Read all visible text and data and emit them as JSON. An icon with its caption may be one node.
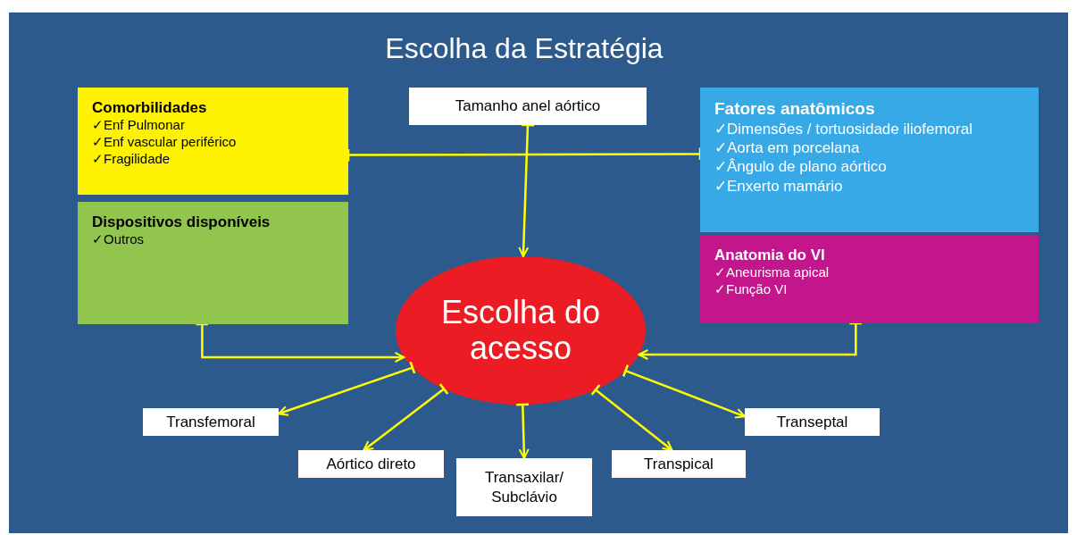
{
  "diagram": {
    "title": "Escolha da Estratégia",
    "nodes": [
      {
        "text": [
          "Comorbilidades",
          "✓Enf Pulmonar",
          "✓Enf vascular periférico",
          "✓Fragilidade"
        ]
      },
      {
        "text": [
          "Tamanho anel aórtico"
        ]
      },
      {
        "text": [
          "Fatores anatômicos",
          "✓Dimensões / tortuosidade iliofemoral",
          "✓Aorta em porcelana",
          "✓Ângulo de plano aórtico",
          "✓Enxerto mamário"
        ]
      },
      {
        "text": [
          "Dispositivos disponíveis",
          "✓Outros"
        ]
      },
      {
        "text": [
          "Anatomia do VI",
          "✓Aneurisma apical",
          "✓Função VI"
        ]
      },
      {
        "text": [
          "Escolha do acesso"
        ]
      },
      {
        "text": [
          "Transfemoral"
        ]
      },
      {
        "text": [
          "Aórtico direto"
        ]
      },
      {
        "text": [
          "Transaxilar/ Subclávio"
        ]
      },
      {
        "text": [
          "Transpical"
        ]
      },
      {
        "text": [
          "Transeptal"
        ]
      }
    ],
    "edges": [
      {
        "from": 0,
        "to": 2,
        "arrow": "other"
      },
      {
        "from": 1,
        "to": 5,
        "arrow": "to"
      },
      {
        "from": 3,
        "to": 5,
        "arrow": "to"
      },
      {
        "from": 4,
        "to": 5,
        "arrow": "to"
      },
      {
        "from": 5,
        "to": 6,
        "arrow": "to"
      },
      {
        "from": 5,
        "to": 7,
        "arrow": "to"
      },
      {
        "from": 5,
        "to": 8,
        "arrow": "to"
      },
      {
        "from": 5,
        "to": 9,
        "arrow": "to"
      },
      {
        "from": 5,
        "to": 10,
        "arrow": "to"
      }
    ]
  }
}
